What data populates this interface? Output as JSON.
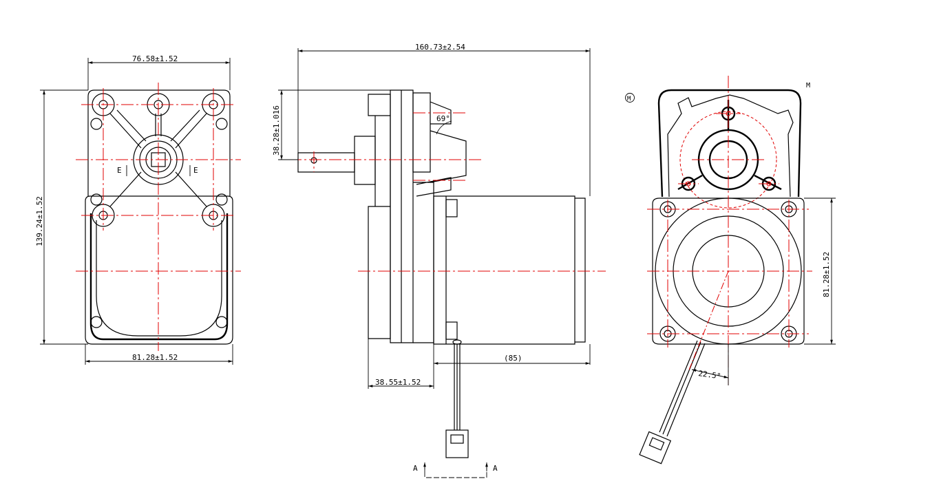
{
  "title": "Gear motor outline drawing",
  "colors": {
    "line": "#000000",
    "centerline": "#e00000"
  },
  "front_view": {
    "width_top": "76.58±1.52",
    "height": "139.24±1.52",
    "width_bottom": "81.28±1.52",
    "section_mark_left": "E",
    "section_mark_right": "E"
  },
  "side_view": {
    "overall_length": "160.73±2.54",
    "shaft_offset": "38.28±1.016",
    "angle": "69°",
    "motor_length": "(85)",
    "gearbox_depth": "38.55±1.52",
    "section_left": "A",
    "section_right": "A"
  },
  "rear_view": {
    "circled_mark": "M",
    "view_mark": "M",
    "motor_square": "81.28±1.52",
    "lead_angle": "22.5°"
  }
}
